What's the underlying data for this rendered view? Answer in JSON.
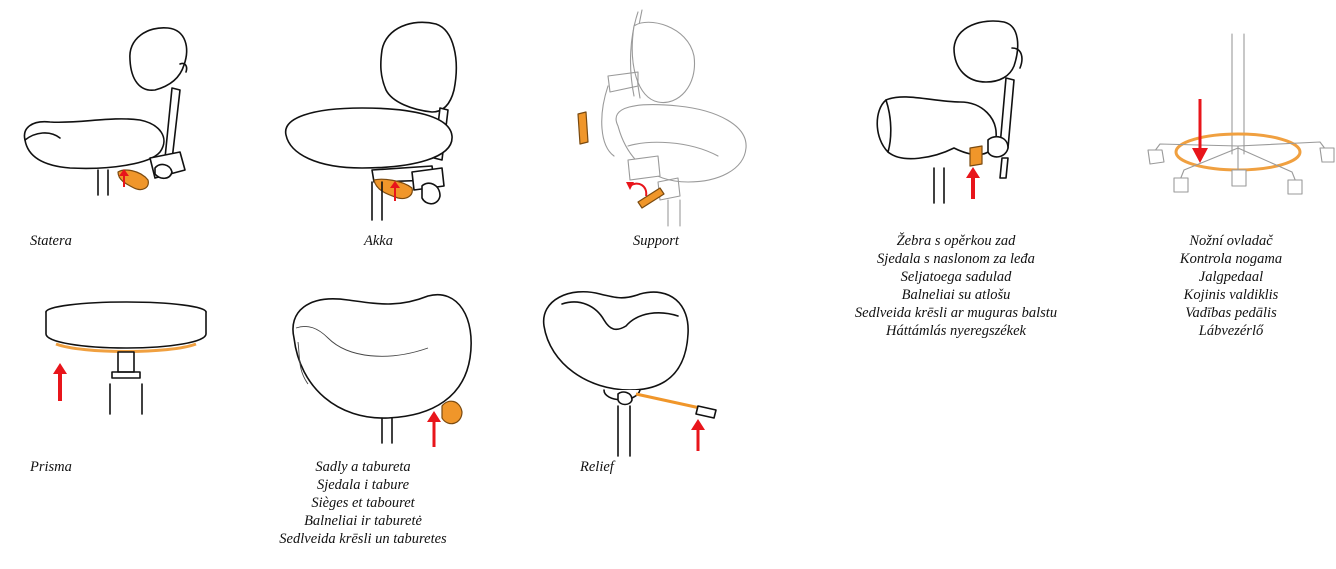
{
  "accent_color": "#e8151b",
  "lever_color": "#f0962a",
  "figures": [
    {
      "id": "statera",
      "lines": [
        "Statera"
      ]
    },
    {
      "id": "akka",
      "lines": [
        "Akka"
      ]
    },
    {
      "id": "support",
      "lines": [
        "Support"
      ]
    },
    {
      "id": "backrest",
      "lines": [
        "Žebra s opěrkou zad",
        "Sjedala s naslonom za leđa",
        "Seljatoega sadulad",
        "Balneliai su atlošu",
        "Sedlveida krēsli ar muguras balstu",
        "Háttámlás nyeregszékek"
      ]
    },
    {
      "id": "foot",
      "lines": [
        "Nožní ovladač",
        "Kontrola nogama",
        "Jalgpedaal",
        "Kojinis valdiklis",
        "Vadības pedālis",
        "Lábvezérlő"
      ]
    },
    {
      "id": "prisma",
      "lines": [
        "Prisma"
      ]
    },
    {
      "id": "saddles",
      "lines": [
        "Sadly a tabureta",
        "Sjedala i tabure",
        "Sièges et tabouret",
        "Balneliai ir taburetė",
        "Sedlveida krēsli un taburetes"
      ]
    },
    {
      "id": "relief",
      "lines": [
        "Relief"
      ]
    }
  ]
}
